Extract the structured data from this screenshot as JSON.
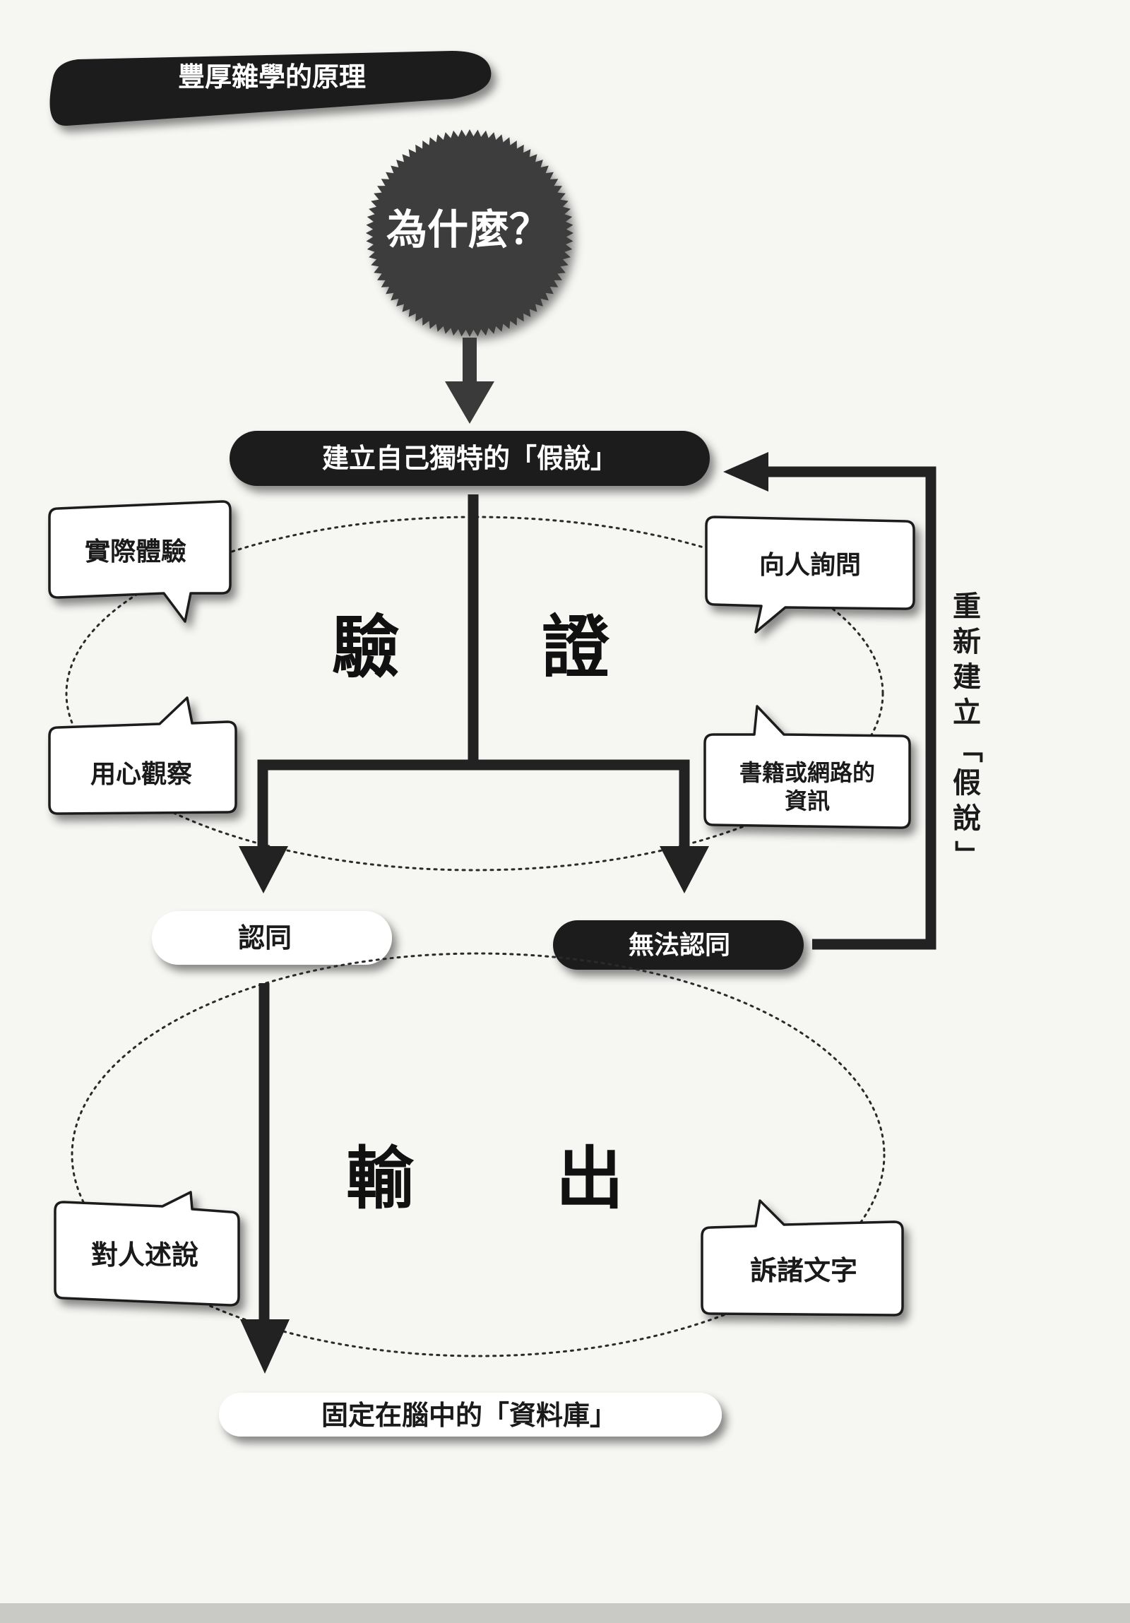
{
  "header": {
    "title": "豐厚雜學的原理"
  },
  "why_badge": {
    "label": "為什麼？"
  },
  "steps": {
    "hypothesis": "建立自己獨特的「假說」",
    "agree": "認同",
    "disagree": "無法認同",
    "database": "固定在腦中的「資料庫」"
  },
  "verify_section": {
    "chars": [
      "驗",
      "證"
    ],
    "bubbles": [
      "實際體驗",
      "向人詢問",
      "用心觀察",
      "書籍或網路的資訊"
    ]
  },
  "output_section": {
    "chars": [
      "輸",
      "出"
    ],
    "bubbles": [
      "對人述說",
      "訴諸文字"
    ]
  },
  "loop_label": [
    "重",
    "新",
    "建",
    "立",
    "「",
    "假",
    "說",
    "」"
  ],
  "colors": {
    "dark_pill": "#1e1e1e",
    "badge": "#3c3c3c",
    "arrow": "#222222",
    "page": "#f6f6f3"
  }
}
